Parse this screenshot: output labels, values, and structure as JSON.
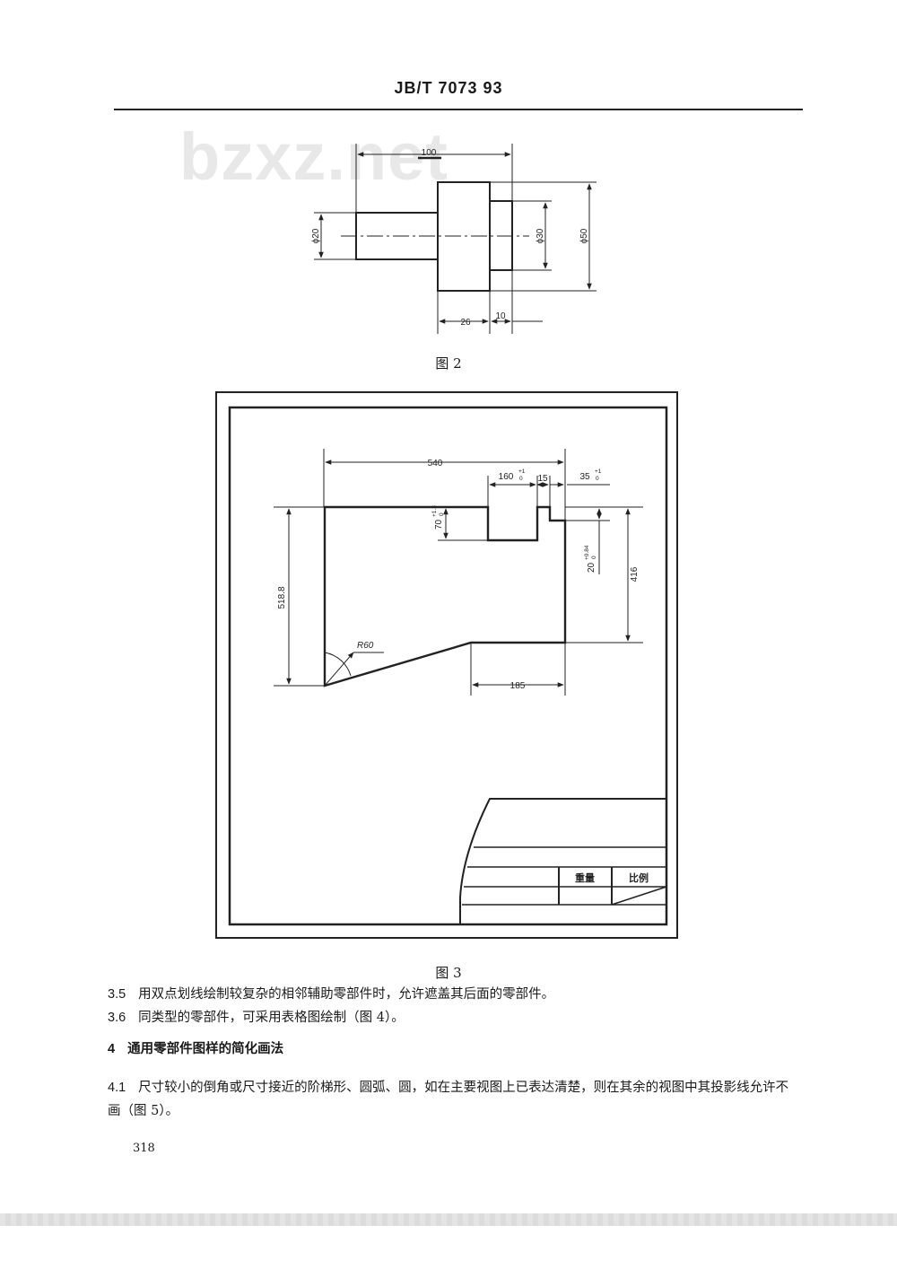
{
  "header": {
    "title": "JB/T 7073  93"
  },
  "watermark": "bzxz.net",
  "figure2": {
    "caption": "图 2",
    "dims": {
      "length": "100",
      "d_small": "ϕ20",
      "d_groove": "ϕ30",
      "d_large": "ϕ50",
      "width": "26",
      "groove": "10"
    }
  },
  "figure3": {
    "caption": "图 3",
    "dims": {
      "width": "540",
      "slot": "160",
      "slot_tol": "+1",
      "slot_tol_low": "0",
      "gap": "15",
      "step": "35",
      "step_tol": "+1",
      "step_tol_low": "0",
      "depth": "70",
      "depth_tol": "+1.3",
      "depth_tol_low": "0",
      "step_h": "20",
      "step_h_tol": "+0.84",
      "step_h_tol_low": "0",
      "height_left": "518.8",
      "height_right": "416",
      "radius": "R60",
      "base": "185"
    },
    "title_block": {
      "weight": "重量",
      "scale": "比例"
    }
  },
  "paragraphs": [
    {
      "num": "3.5",
      "text": "用双点划线绘制较复杂的相邻辅助零部件时，允许遮盖其后面的零部件。"
    },
    {
      "num": "3.6",
      "text": "同类型的零部件，可采用表格图绘制（图 4）。"
    },
    {
      "num": "4",
      "text": "通用零部件图样的简化画法"
    },
    {
      "num": "4.1",
      "text": "尺寸较小的倒角或尺寸接近的阶梯形、圆弧、圆，如在主要视图上已表达清楚，则在其余的视图中其投影线允许不画（图 5）。"
    }
  ],
  "page_number": "318"
}
